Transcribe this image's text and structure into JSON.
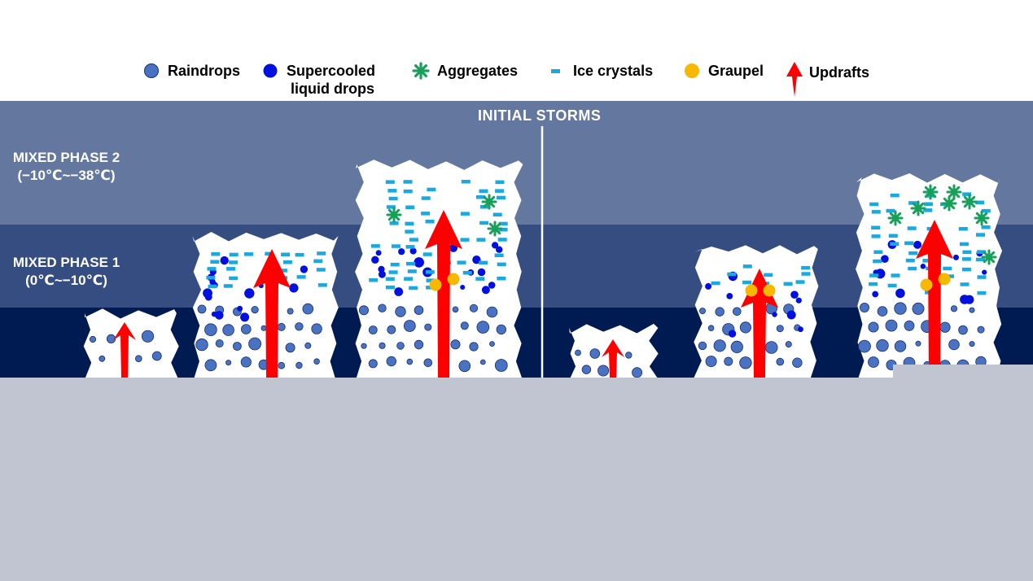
{
  "legend": {
    "raindrops": "Raindrops",
    "supercooled_line1": "Supercooled",
    "supercooled_line2": "liquid drops",
    "aggregates": "Aggregates",
    "ice_crystals": "Ice crystals",
    "graupel": "Graupel",
    "updrafts": "Updrafts"
  },
  "panel_title": "INITIAL STORMS",
  "bands": {
    "mixed_phase_2": {
      "name": "MIXED PHASE 2",
      "range": "(−10℃~−38℃)"
    },
    "mixed_phase_1": {
      "name": "MIXED PHASE 1",
      "range": "(0℃~−10℃)"
    }
  },
  "colors": {
    "band_top": "#64789f",
    "band_mid": "#354d80",
    "band_low": "#001a52",
    "ground": "#c0c5d1",
    "raindrop": "#4a72c2",
    "supercooled": "#0010e0",
    "aggregate": "#16a05a",
    "ice_crystal": "#1aa8e0",
    "graupel": "#f6b800",
    "updraft": "#ff0000"
  },
  "icons": {
    "raindrop": "circle",
    "supercooled": "circle",
    "aggregate": "asterisk",
    "ice_crystal": "dash",
    "graupel": "circle",
    "updraft": "up-arrow"
  }
}
